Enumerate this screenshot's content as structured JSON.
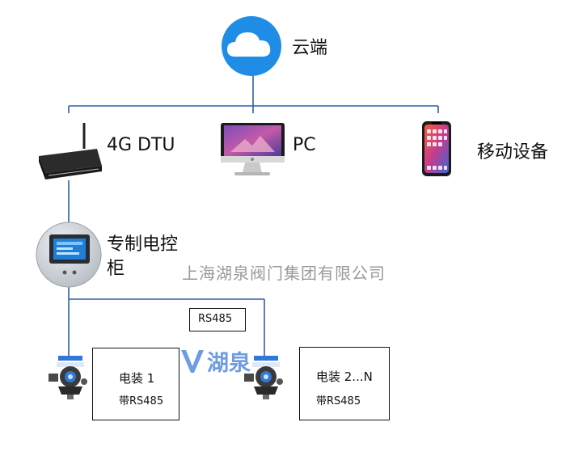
{
  "nodes": {
    "cloud": {
      "label": "云端",
      "icon": "cloud-icon"
    },
    "dtu": {
      "label": "4G DTU",
      "icon": "router-icon"
    },
    "pc": {
      "label": "PC",
      "icon": "monitor-icon"
    },
    "mobile": {
      "label": "移动设备",
      "icon": "smartphone-icon"
    },
    "cabinet": {
      "label_line1": "专制电控",
      "label_line2": "柜",
      "icon": "control-cabinet-icon"
    },
    "bus": {
      "label": "RS485"
    },
    "actuator1": {
      "title": "电装 1",
      "subtitle": "带RS485",
      "icon": "electric-actuator-icon"
    },
    "actuator2": {
      "title": "电装 2...N",
      "subtitle": "带RS485",
      "icon": "electric-actuator-icon"
    }
  },
  "watermark": {
    "company": "上海湖泉阀门集团有限公司",
    "logo_text": "湖泉"
  },
  "colors": {
    "line": "#2f5ea8",
    "cloud_circle": "#1f8de6",
    "watermark": "#9a9a9a",
    "logo_blue": "#3d7bd9"
  }
}
